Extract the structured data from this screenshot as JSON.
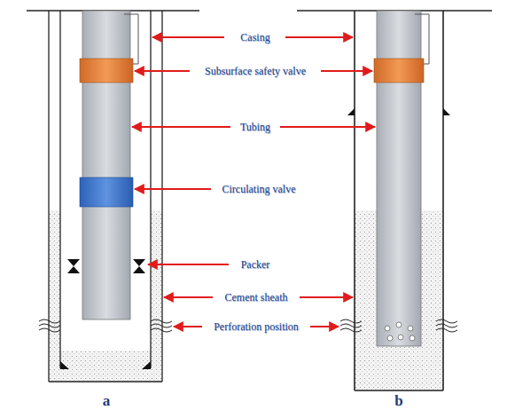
{
  "diagram": {
    "labels": [
      "Casing",
      "Subsurface safety valve",
      "Tubing",
      "Circulating valve",
      "Packer",
      "Cement sheath",
      "Perforation position",
      "a",
      "b"
    ]
  }
}
